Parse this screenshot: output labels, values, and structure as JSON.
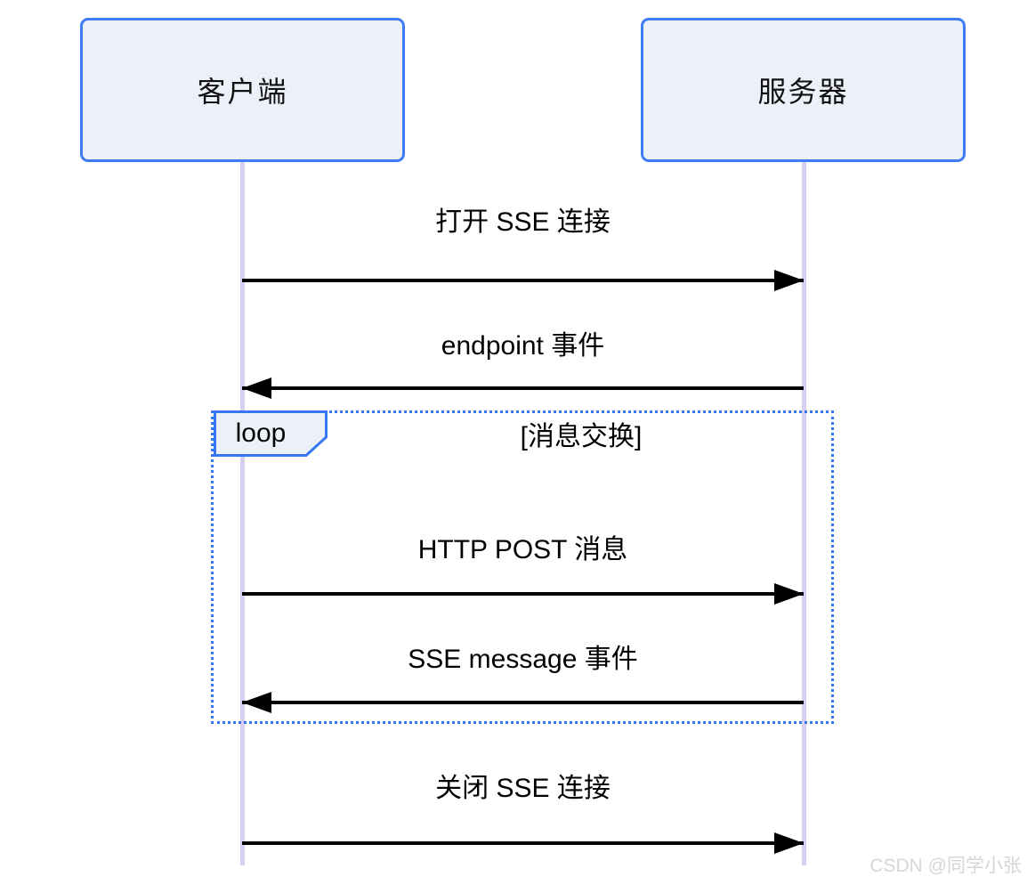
{
  "diagram": {
    "type": "sequence",
    "actors": [
      {
        "id": "client",
        "label": "客户端"
      },
      {
        "id": "server",
        "label": "服务器"
      }
    ],
    "messages": [
      {
        "from": "client",
        "to": "server",
        "label": "打开 SSE 连接",
        "arrow": "solid-right"
      },
      {
        "from": "server",
        "to": "client",
        "label": "endpoint 事件",
        "arrow": "solid-left"
      },
      {
        "from": "client",
        "to": "server",
        "label": "HTTP POST 消息",
        "arrow": "solid-right",
        "in_loop": true
      },
      {
        "from": "server",
        "to": "client",
        "label": "SSE message 事件",
        "arrow": "solid-left",
        "in_loop": true
      },
      {
        "from": "client",
        "to": "server",
        "label": "关闭 SSE 连接",
        "arrow": "solid-right"
      }
    ],
    "loop": {
      "keyword": "loop",
      "condition": "[消息交换]"
    },
    "colors": {
      "actor_fill": "#ECF0F9",
      "actor_border": "#3E7DF5",
      "lifeline": "#D8CEF1",
      "loop_border": "#3577F2",
      "message_text": "#000000",
      "arrow": "#000000"
    }
  },
  "watermark": {
    "text": "CSDN @同学小张",
    "color": "#D6D6D6"
  }
}
